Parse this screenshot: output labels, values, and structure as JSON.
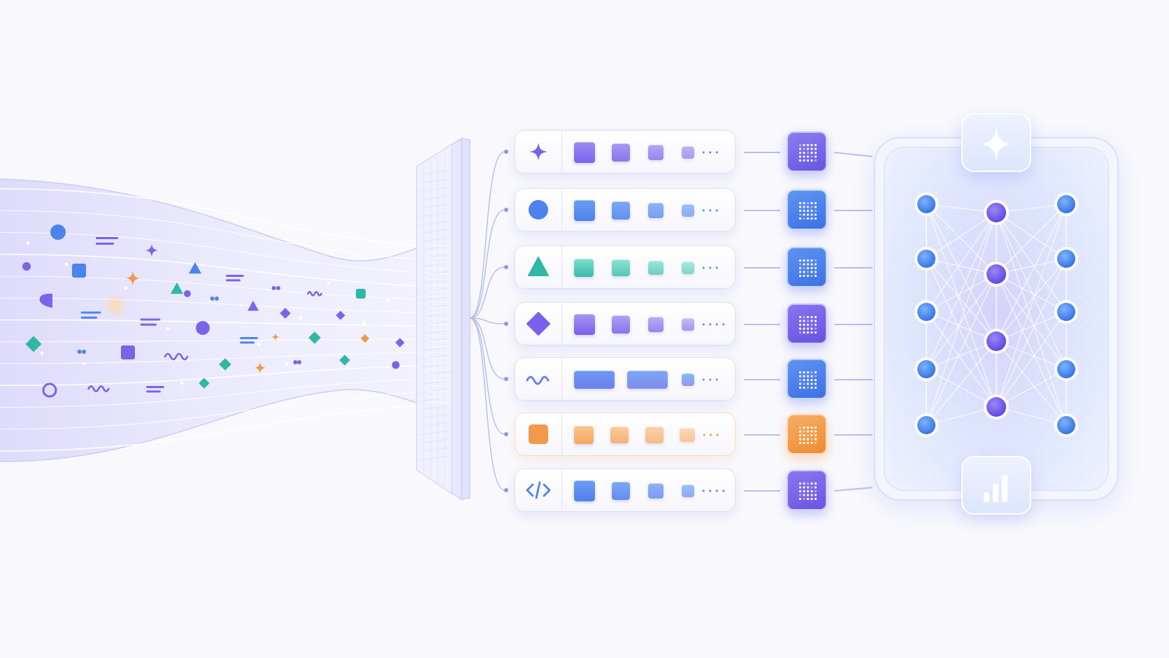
{
  "diagram": {
    "stream_tokens": [
      "circle",
      "dash",
      "sparkle",
      "square",
      "triangle",
      "star",
      "tri",
      "dash2",
      "diamond",
      "wave",
      "ring"
    ],
    "rows": [
      {
        "icon": "sparkle-icon",
        "color": "#7b63ea",
        "color2": "#9b8cf2",
        "tokens": 4,
        "dots_color": "#8c7be8",
        "embed_top": "#8d7cf0",
        "embed_bottom": "#6556e3",
        "accent": "purple"
      },
      {
        "icon": "circle-icon",
        "color": "#4d83ee",
        "color2": "#6b9cf4",
        "tokens": 4,
        "dots_color": "#5d8ff0",
        "embed_top": "#5e95f3",
        "embed_bottom": "#3d70e6",
        "accent": "blue"
      },
      {
        "icon": "triangle-icon",
        "color": "#2fb8a6",
        "color2": "#5fd1bf",
        "tokens": 4,
        "dots_color": "#35b9a9",
        "embed_top": "#5e92f1",
        "embed_bottom": "#3e71e4",
        "accent": "teal"
      },
      {
        "icon": "diamond-icon",
        "color": "#7a60ea",
        "color2": "#a695f3",
        "tokens": 4,
        "dots_color": "#8b7ae8",
        "embed_top": "#8a74ef",
        "embed_bottom": "#6752e2",
        "accent": "purple"
      },
      {
        "icon": "wave-icon",
        "color": "#6d7fec",
        "color2": "#6c9bf3",
        "tokens": 3,
        "dots_color": "#6b8eef",
        "embed_top": "#5f93f2",
        "embed_bottom": "#3f6fe4",
        "accent": "blue"
      },
      {
        "icon": "square-orange-icon",
        "color": "#f29a4a",
        "color2": "#f7b677",
        "tokens": 4,
        "dots_color": "#f29a4a",
        "embed_top": "#f7ae66",
        "embed_bottom": "#ef8b32",
        "accent": "orange"
      },
      {
        "icon": "code-icon",
        "color": "#4f7fee",
        "color2": "#6f9bf4",
        "tokens": 4,
        "dots_color": "#6a7ee8",
        "embed_top": "#8b76ef",
        "embed_bottom": "#6a54e3",
        "accent": "purple"
      }
    ],
    "model": {
      "top_badge_icon": "sparkle-icon",
      "bottom_badge_icon": "bar-chart-icon",
      "layers": [
        5,
        4,
        5
      ]
    },
    "colors": {
      "purple": "#7b63ea",
      "blue": "#4d83ee",
      "teal": "#2fb8a6",
      "orange": "#f29a4a",
      "line": "#b9bdf1"
    }
  }
}
